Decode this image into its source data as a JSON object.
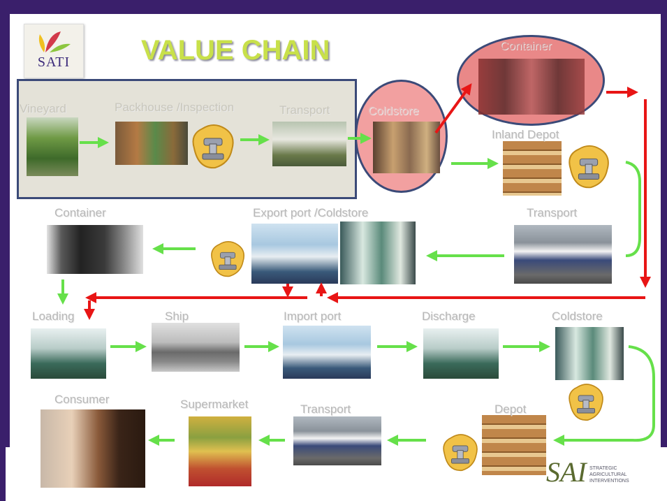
{
  "title": "VALUE CHAIN",
  "logo": {
    "text": "SATI"
  },
  "footer_logo": {
    "mark": "SAI",
    "lines": [
      "STRATEGIC",
      "AGRICULTURAL",
      "INTERVENTIONS"
    ]
  },
  "stages": {
    "vineyard": "Vineyard",
    "packhouse": "Packhouse /Inspection",
    "transport_farm": "Transport",
    "coldstore_farm": "Coldstore",
    "container_top": "Container",
    "inland_depot": "Inland Depot",
    "transport_right": "Transport",
    "export_port": "Export port /Coldstore",
    "container_left": "Container",
    "loading": "Loading",
    "ship": "Ship",
    "import_port": "Import port",
    "discharge": "Discharge",
    "coldstore_import": "Coldstore",
    "depot": "Depot",
    "transport_bottom": "Transport",
    "supermarket": "Supermarket",
    "consumer": "Consumer"
  },
  "colors": {
    "green_arrow": "#66e04a",
    "red_arrow": "#e81515",
    "title": "#c8e04a",
    "box_border": "#3b4a78"
  }
}
